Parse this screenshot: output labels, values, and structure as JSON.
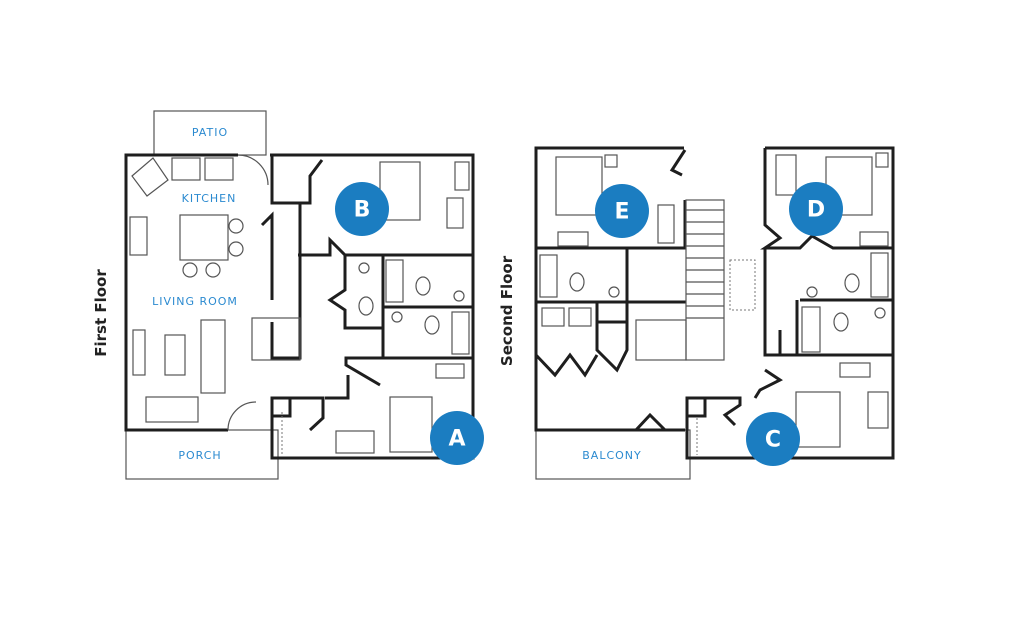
{
  "floors": [
    {
      "label": "First Floor",
      "rooms": [
        "PATIO",
        "KITCHEN",
        "LIVING ROOM",
        "PORCH"
      ],
      "bedrooms": [
        "B",
        "A"
      ]
    },
    {
      "label": "Second Floor",
      "rooms": [
        "BALCONY"
      ],
      "bedrooms": [
        "E",
        "D",
        "C"
      ]
    }
  ],
  "colors": {
    "badge": "#1b7dc1",
    "room_label": "#2b8ad0",
    "wall": "#1e1e1e"
  }
}
